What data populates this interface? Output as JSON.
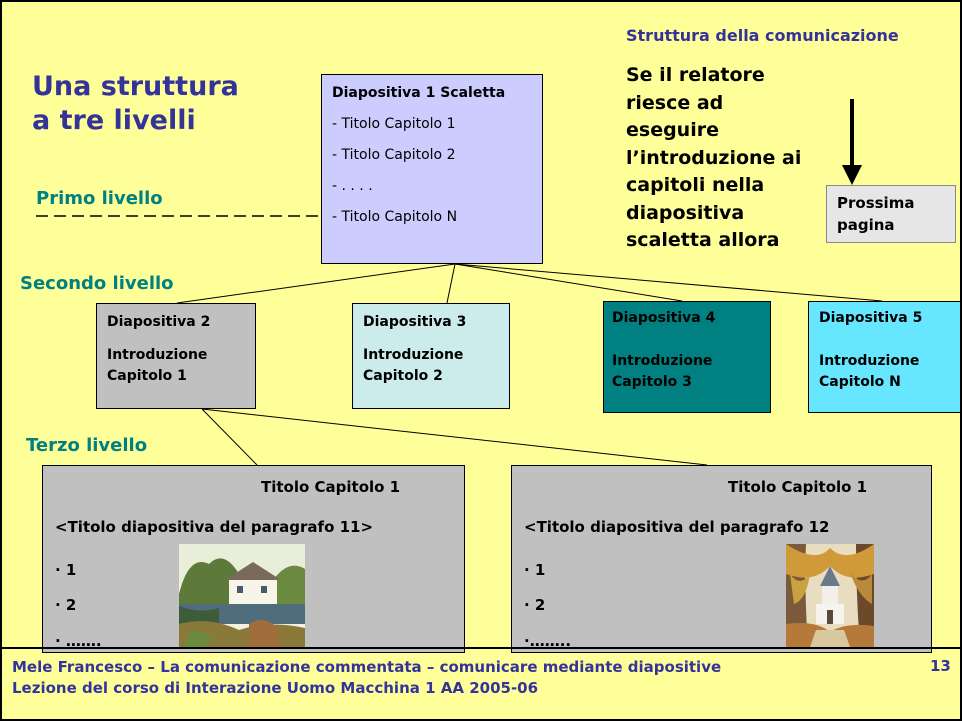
{
  "title_lines": [
    "Una struttura",
    "a tre livelli"
  ],
  "levels": {
    "primo": "Primo livello",
    "secondo": "Secondo livello",
    "terzo": "Terzo livello"
  },
  "struttura_label": "Struttura della comunicazione",
  "condition_lines": [
    "Se il relatore",
    "riesce ad",
    "eseguire",
    "l’introduzione ai",
    "capitoli nella",
    "diapositiva",
    "scaletta allora"
  ],
  "prossima_lines": [
    "Prossima",
    "pagina"
  ],
  "scaletta": {
    "title": "Diapositiva 1 Scaletta",
    "items": [
      "- Titolo Capitolo 1",
      "- Titolo Capitolo 2",
      "- . . . .",
      "- Titolo Capitolo N"
    ]
  },
  "level2_boxes": [
    {
      "title": "Diapositiva 2",
      "line1": "Introduzione",
      "line2": "Capitolo 1",
      "color": "#c0c0c0"
    },
    {
      "title": "Diapositiva 3",
      "line1": "Introduzione",
      "line2": "Capitolo 2",
      "color": "#ccecec"
    },
    {
      "title": "Diapositiva 4",
      "line1": "Introduzione",
      "line2": "Capitolo 3",
      "color": "#008080"
    },
    {
      "title": "Diapositiva 5",
      "line1": "Introduzione",
      "line2": "Capitolo N",
      "color": "#66e6ff"
    }
  ],
  "level3_boxes": [
    {
      "title": "Titolo Capitolo 1",
      "subtitle": "<Titolo diapositiva del paragrafo 11>",
      "bullets": [
        "· 1",
        "· 2",
        "· ……."
      ],
      "image": "cottage-pond-image"
    },
    {
      "title": "Titolo Capitolo 1",
      "subtitle": "<Titolo diapositiva del paragrafo 12",
      "bullets": [
        "· 1",
        "· 2",
        "·…….."
      ],
      "image": "church-trees-image"
    }
  ],
  "footer": {
    "line1": "Mele Francesco – La comunicazione commentata – comunicare mediante diapositive",
    "line2": "Lezione del corso di Interazione Uomo Macchina 1 AA 2005-06",
    "page": "13"
  },
  "colors": {
    "background": "#ffff99",
    "title": "#333399",
    "level_label": "#008080",
    "scaletta_box": "#ccccff"
  }
}
